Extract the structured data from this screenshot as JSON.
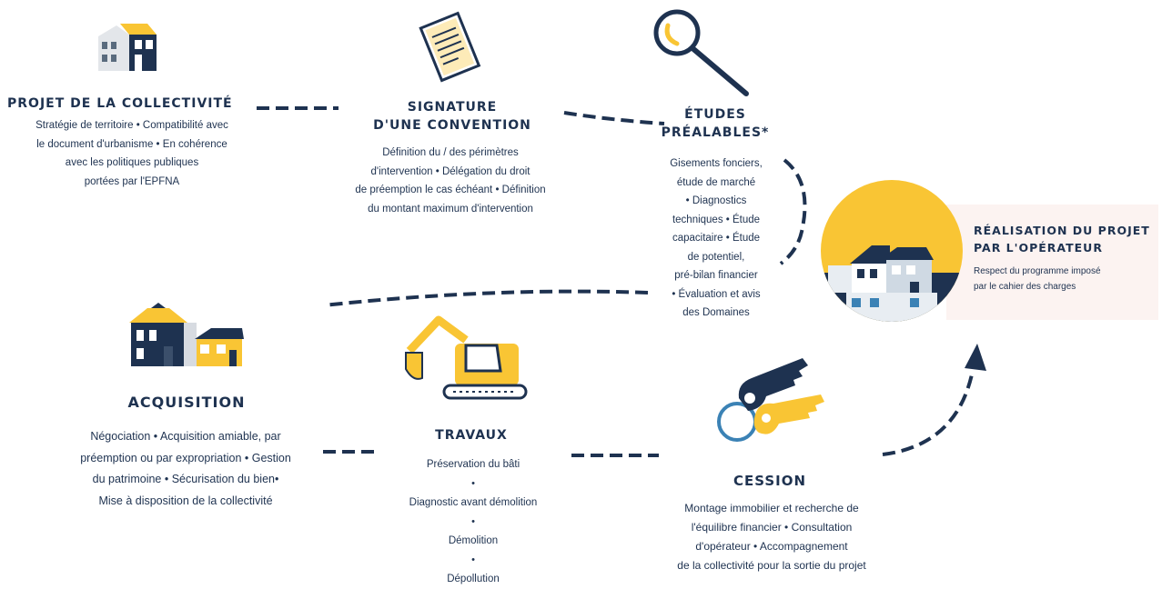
{
  "colors": {
    "navy": "#1e3250",
    "yellow": "#f9c534",
    "blue": "#3b82b5",
    "highlight": "#fcf3f1"
  },
  "projet": {
    "title": "PROJET DE LA COLLECTIVITÉ",
    "lines": [
      "Stratégie de territoire • Compatibilité avec",
      "le document d'urbanisme • En cohérence",
      "avec les politiques publiques",
      "portées par l'EPFNA"
    ]
  },
  "signature": {
    "title_lines": [
      "SIGNATURE",
      "D'UNE CONVENTION"
    ],
    "lines": [
      "Définition du / des périmètres",
      "d'intervention • Délégation du droit",
      "de préemption le cas échéant • Définition",
      "du montant maximum d'intervention"
    ]
  },
  "etudes": {
    "title_lines": [
      "ÉTUDES",
      "PRÉALABLES*"
    ],
    "lines": [
      "Gisements fonciers,",
      "étude de marché",
      "• Diagnostics",
      "techniques • Étude",
      "capacitaire • Étude",
      "de potentiel,",
      "pré-bilan financier",
      "• Évaluation et avis",
      "des Domaines"
    ]
  },
  "realisation": {
    "title_lines": [
      "RÉALISATION DU PROJET",
      "PAR L'OPÉRATEUR"
    ],
    "lines": [
      "Respect du programme imposé",
      "par le cahier des charges"
    ]
  },
  "acquisition": {
    "title": "ACQUISITION",
    "lines": [
      "Négociation • Acquisition amiable, par",
      "préemption ou par expropriation • Gestion",
      "du patrimoine • Sécurisation du bien•",
      "Mise à disposition de la collectivité"
    ]
  },
  "travaux": {
    "title": "TRAVAUX",
    "items": [
      "Préservation du bâti",
      "Diagnostic avant démolition",
      "Démolition",
      "Dépollution"
    ],
    "separator": "•"
  },
  "cession": {
    "title": "CESSION",
    "lines": [
      "Montage immobilier et recherche de",
      "l'équilibre financier • Consultation",
      "d'opérateur • Accompagnement",
      "de la collectivité pour la sortie du projet"
    ]
  },
  "icons": [
    "building-icon",
    "document-icon",
    "magnifier-icon",
    "houses-icon",
    "excavator-icon",
    "keys-icon",
    "project-circle-icon"
  ]
}
